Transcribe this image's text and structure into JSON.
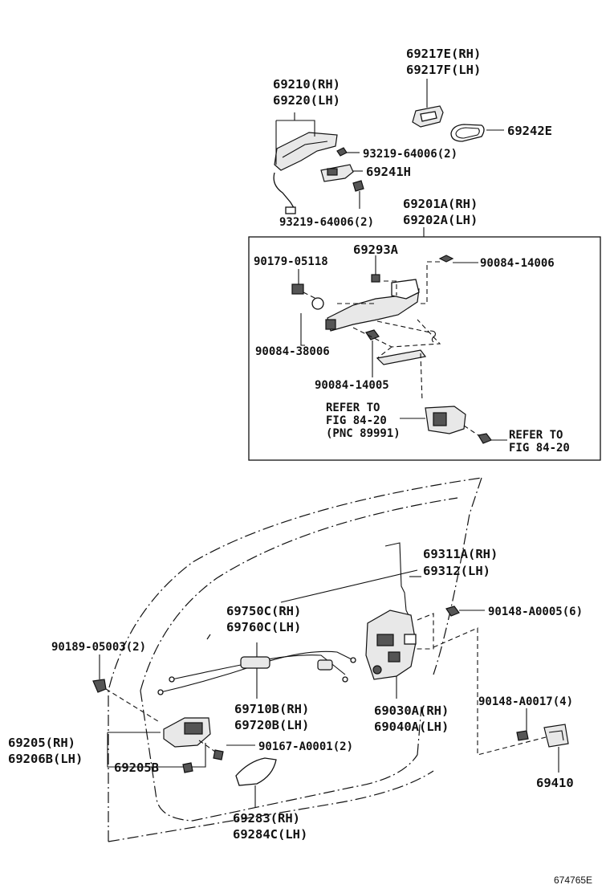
{
  "labels": {
    "p69217": [
      "69217E(RH)",
      "69217F(LH)"
    ],
    "p69210": [
      "69210(RH)",
      "69220(LH)"
    ],
    "p69242": "69242E",
    "p93219a": "93219-64006(2)",
    "p69241": "69241H",
    "p93219b": "93219-64006(2)",
    "p69201": [
      "69201A(RH)",
      "69202A(LH)"
    ],
    "p69293": "69293A",
    "p90179": "90179-05118",
    "p90084a": "90084-14006",
    "p90084b": "90084-38006",
    "p90084c": "90084-14005",
    "refer1": [
      "REFER TO",
      "FIG 84-20",
      "(PNC 89991)"
    ],
    "refer2": [
      "REFER TO",
      "FIG 84-20"
    ],
    "p69311": [
      "69311A(RH)",
      "69312(LH)"
    ],
    "p69750": [
      "69750C(RH)",
      "69760C(LH)"
    ],
    "p90148a": "90148-A0005(6)",
    "p90189": "90189-05003(2)",
    "p69710": [
      "69710B(RH)",
      "69720B(LH)"
    ],
    "p69030": [
      "69030A(RH)",
      "69040A(LH)"
    ],
    "p90148b": "90148-A0017(4)",
    "p69205": [
      "69205(RH)",
      "69206B(LH)"
    ],
    "p90167": "90167-A0001(2)",
    "p69205b": "69205B",
    "p69410": "69410",
    "p69283": [
      "69283(RH)",
      "69284C(LH)"
    ]
  },
  "figure_id": "674765E"
}
